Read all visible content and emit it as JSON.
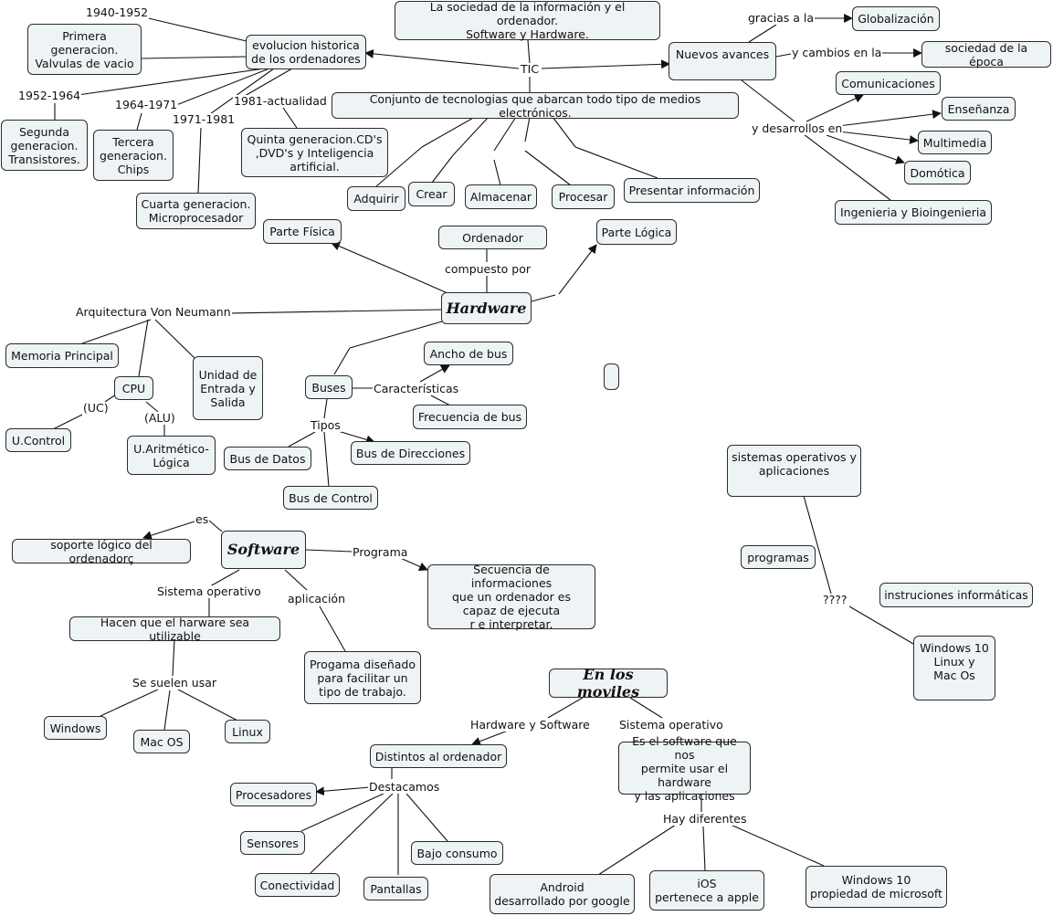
{
  "nodes": {
    "primera": "Primera\ngeneracion.\nValvulas de vacio",
    "evolucion": "evolucion historica\nde los ordenadores",
    "sociedad_info": "La sociedad de la información y el ordenador.\nSoftware y Hardware.",
    "nuevos": "Nuevos avances",
    "globalizacion": "Globalización",
    "sociedad_epoca": "sociedad de la época",
    "comunicaciones": "Comunicaciones",
    "ensenanza": "Enseñanza",
    "multimedia": "Multimedia",
    "domotica": "Domótica",
    "ingenieria": "Ingenieria y Bioingenieria",
    "conjunto": "Conjunto de tecnologias que abarcan todo tipo de medios electrónicos.",
    "segunda": "Segunda\ngeneracion.\nTransistores.",
    "tercera": "Tercera\ngeneracion.\nChips",
    "quinta": "Quinta generacion.CD's\n,DVD's y Inteligencia\nartificial.",
    "cuarta": "Cuarta generacion.\nMicroprocesador",
    "adquirir": "Adquirir",
    "crear": "Crear",
    "almacenar": "Almacenar",
    "procesar": "Procesar",
    "presentar": "Presentar información",
    "parte_fisica": "Parte Física",
    "ordenador": "Ordenador",
    "parte_logica": "Parte Lógica",
    "hardware": "Hardware",
    "memoria": "Memoria Principal",
    "unidad_es": "Unidad de\nEntrada y\nSalida",
    "cpu": "CPU",
    "ucontrol": "U.Control",
    "ualu": "U.Aritmético-\nLógica",
    "buses": "Buses",
    "ancho_bus": "Ancho de bus",
    "frecuencia_bus": "Frecuencia de bus",
    "bus_datos": "Bus de Datos",
    "bus_direcciones": "Bus de Direcciones",
    "bus_control": "Bus de Control",
    "empty": "",
    "so_aplicaciones": "sistemas operativos y\naplicaciones",
    "programas": "programas",
    "instruciones": "instruciones informáticas",
    "win_linux_mac": "Windows 10\nLinux y\nMac Os",
    "soporte": "soporte lógico del ordenadorç",
    "software": "Software",
    "secuencia": "Secuencia de informaciones\nque un ordenador es\ncapaz de ejecuta\nr e interpretar.",
    "hacen": "Hacen que el harware sea utilizable",
    "progama": "Progama diseñado\npara facilitar un\ntipo de trabajo.",
    "windows": "Windows",
    "macos": "Mac OS",
    "linux": "Linux",
    "moviles": "En los moviles",
    "distintos": "Distintos al ordenador",
    "es_software": "Es el software que nos\npermite usar el hardware\ny las aplicaciones",
    "procesadores": "Procesadores",
    "sensores": "Sensores",
    "bajo_consumo": "Bajo consumo",
    "conectividad": "Conectividad",
    "pantallas": "Pantallas",
    "android": "Android\ndesarrollado por google",
    "ios": "iOS\npertenece a apple",
    "windows10": "Windows 10\npropiedad de microsoft"
  },
  "labels": {
    "l1940": "1940-1952",
    "l1952": "1952-1964",
    "l1964": "1964-1971",
    "l1971": "1971-1981",
    "l1981": "1981-actualidad",
    "tic": "TIC",
    "gracias": "gracias a la",
    "cambios": "y cambios en la",
    "desarrollos": "y desarrollos en",
    "compuesto": "compuesto por",
    "arquitectura": "Arquitectura Von Neumann",
    "uc": "(UC)",
    "alu": "(ALU)",
    "caracteristicas": "Características",
    "tipos": "Tipos",
    "es": "es",
    "programa": "Programa",
    "sistema_operativo": "Sistema operativo",
    "aplicacion": "aplicación",
    "se_suelen": "Se suelen usar",
    "qqqq": "????",
    "hw_sw": "Hardware y Software",
    "sistema_operativo2": "Sistema operativo",
    "destacamos": "Destacamos",
    "hay_diferentes": "Hay diferentes"
  },
  "colors": {
    "node_fill": "#eef3f5",
    "node_border": "#2b2b2b",
    "line": "#111111"
  }
}
